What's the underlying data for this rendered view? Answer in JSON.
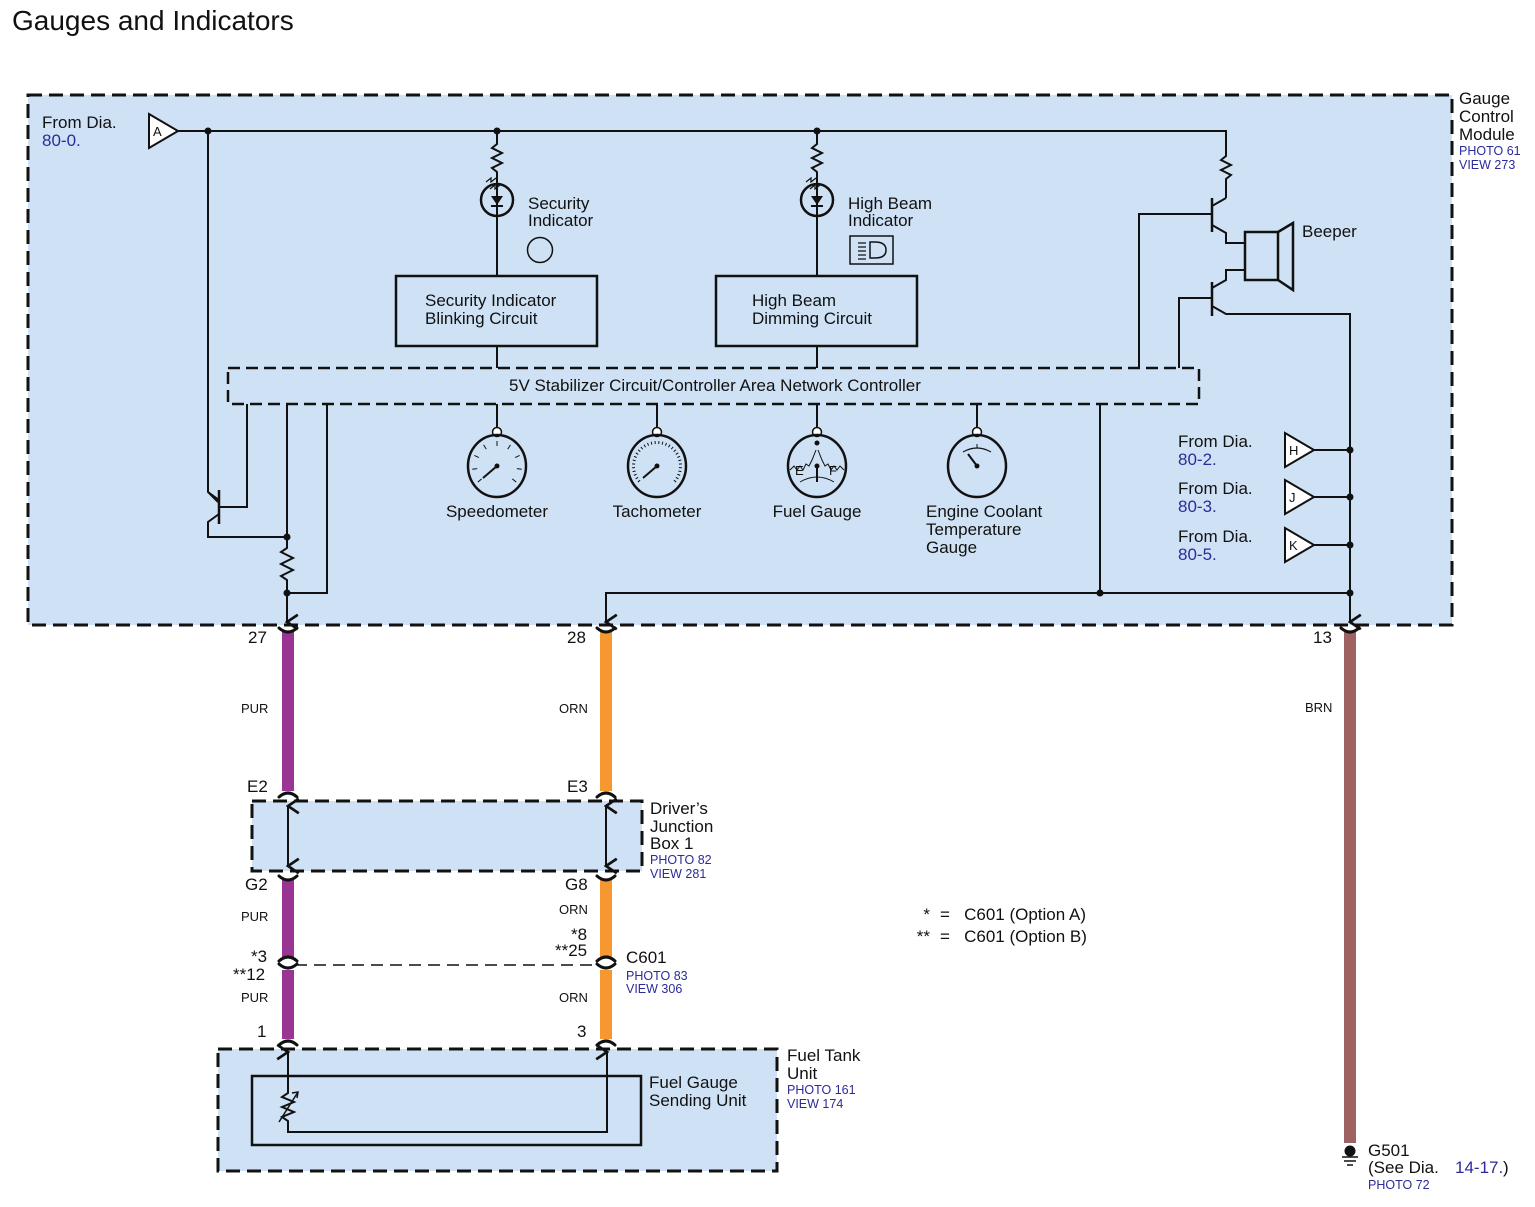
{
  "title": "Gauges and Indicators",
  "colors": {
    "module_fill": "#cfe2f5",
    "wire_pur": "#9b3594",
    "wire_orn": "#f7972f",
    "wire_brn": "#9e6262",
    "ref_text": "#2b2b9a"
  },
  "gauge_control_module": {
    "name_lines": [
      "Gauge",
      "Control",
      "Module"
    ],
    "photo": "PHOTO 61",
    "view": "VIEW 273",
    "input_a": {
      "connector": "A",
      "from_label": "From  Dia.",
      "dia_ref": "80-0."
    },
    "security_indicator": {
      "label_lines": [
        "Security",
        "Indicator"
      ]
    },
    "high_beam_indicator": {
      "label_lines": [
        "High Beam",
        "Indicator"
      ]
    },
    "security_circuit": {
      "label_lines": [
        "Security Indicator",
        "Blinking Circuit"
      ]
    },
    "high_beam_circuit": {
      "label_lines": [
        "High Beam",
        "Dimming Circuit"
      ]
    },
    "beeper": {
      "label": "Beeper"
    },
    "controller": {
      "label": "5V Stabilizer Circuit/Controller Area Network Controller"
    },
    "gauges": [
      {
        "label_lines": [
          "Speedometer"
        ]
      },
      {
        "label_lines": [
          "Tachometer"
        ]
      },
      {
        "label_lines": [
          "Fuel Gauge"
        ],
        "empty": "E",
        "full": "F"
      },
      {
        "label_lines": [
          "Engine Coolant",
          "Temperature",
          "Gauge"
        ]
      }
    ],
    "inputs_right": [
      {
        "connector": "H",
        "from_label": "From  Dia.",
        "dia_ref": "80-2."
      },
      {
        "connector": "J",
        "from_label": "From  Dia.",
        "dia_ref": "80-3."
      },
      {
        "connector": "K",
        "from_label": "From  Dia.",
        "dia_ref": "80-5."
      }
    ]
  },
  "pins": {
    "gcm": [
      "27",
      "28",
      "13"
    ],
    "jb_top": [
      "E2",
      "E3"
    ],
    "jb_bottom": [
      "G2",
      "G8"
    ],
    "c601_left_top": "*3",
    "c601_left_bottom": "**12",
    "c601_right_top": "*8",
    "c601_right_bottom": "**25",
    "fuel_tank": [
      "1",
      "3"
    ]
  },
  "wires": {
    "pur": "PUR",
    "orn": "ORN",
    "brn": "BRN"
  },
  "junction_box": {
    "name_lines": [
      "Driver’s",
      "Junction",
      "Box 1"
    ],
    "photo": "PHOTO 82",
    "view": "VIEW 281"
  },
  "c601": {
    "name": "C601",
    "photo": "PHOTO 83",
    "view": "VIEW 306"
  },
  "legend": [
    {
      "symbol": "*",
      "text": "=   C601 (Option A)"
    },
    {
      "symbol": "**",
      "text": "=   C601 (Option B)"
    }
  ],
  "fuel_tank_unit": {
    "name_lines": [
      "Fuel Tank",
      "Unit"
    ],
    "photo": "PHOTO 161",
    "view": "VIEW 174",
    "sending_unit_lines": [
      "Fuel Gauge",
      "Sending Unit"
    ]
  },
  "ground": {
    "name": "G501",
    "see_label": "(See Dia.",
    "dia_ref": "14-17.",
    "close": ")",
    "photo": "PHOTO 72"
  }
}
